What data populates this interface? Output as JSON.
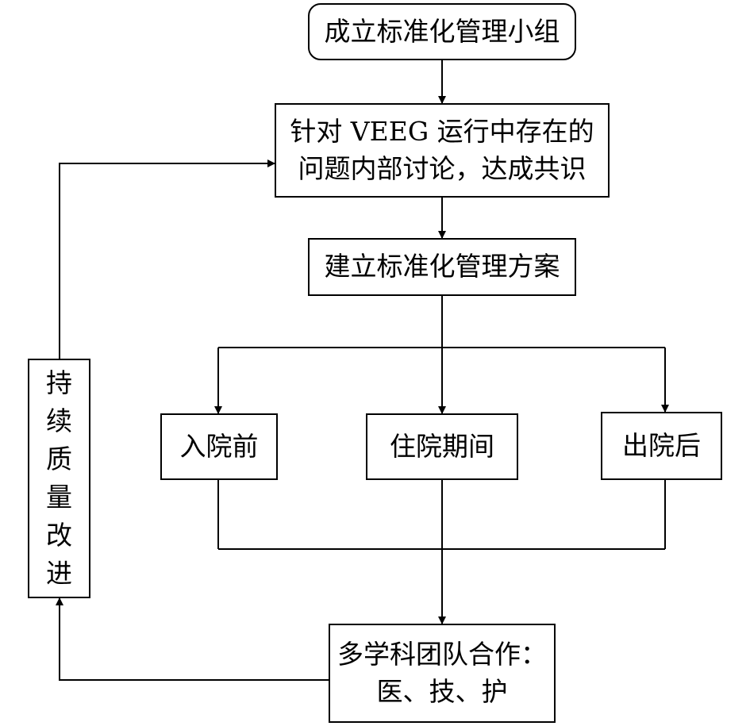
{
  "nodes": {
    "form_group": "成立标准化管理小组",
    "discuss": "针对 VEEG 运行中存在的\n问题内部讨论，达成共识",
    "plan": "建立标准化管理方案",
    "before": "入院前",
    "during": "住院期间",
    "after": "出院后",
    "team": "多学科团队合作：\n医、技、护",
    "improve": "持续质量改进"
  }
}
